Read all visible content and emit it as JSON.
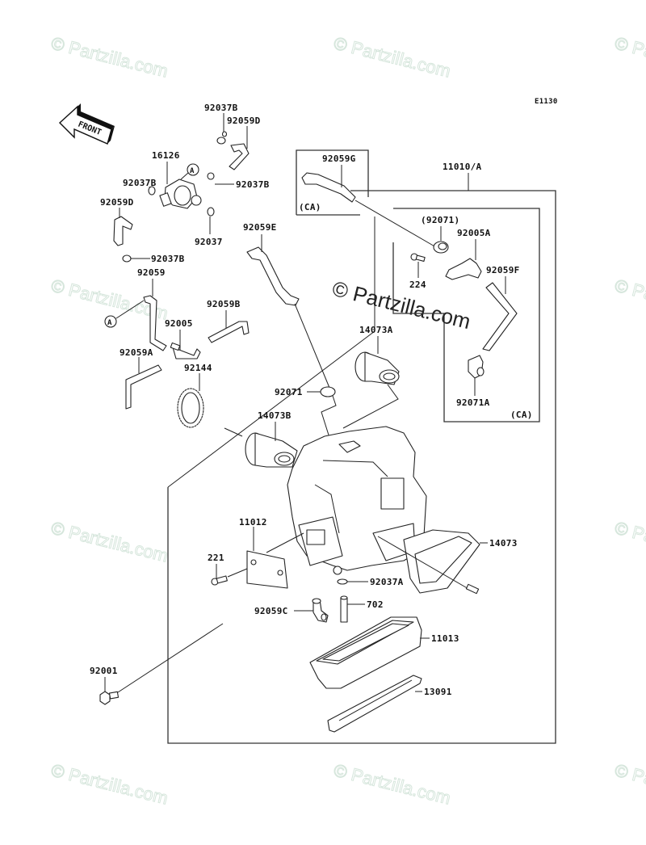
{
  "diagram": {
    "code": "E1130",
    "front_label": "FRONT",
    "watermark": "© Partzilla.com",
    "center_watermark": "© Partzilla.com",
    "assembly_label": "11010/A",
    "ca_label": "(CA)",
    "ref_marker": "A"
  },
  "parts": {
    "p92037B_top": "92037B",
    "p92059D_top": "92059D",
    "p16126": "16126",
    "p92037B_left": "92037B",
    "p92037B_right": "92037B",
    "p92059D_left": "92059D",
    "p92037": "92037",
    "p92037B_low": "92037B",
    "p92059": "92059",
    "p92059E": "92059E",
    "p92059G": "92059G",
    "p92071_paren": "(92071)",
    "p92005A": "92005A",
    "p224": "224",
    "p92059F": "92059F",
    "p92071A": "92071A",
    "p92059B": "92059B",
    "p92005": "92005",
    "p92059A": "92059A",
    "p92144": "92144",
    "p92071": "92071",
    "p14073A": "14073A",
    "p14073B": "14073B",
    "p11012": "11012",
    "p221": "221",
    "p14073": "14073",
    "p92037A": "92037A",
    "p92059C": "92059C",
    "p702": "702",
    "p11013": "11013",
    "p92001": "92001",
    "p13091": "13091"
  }
}
